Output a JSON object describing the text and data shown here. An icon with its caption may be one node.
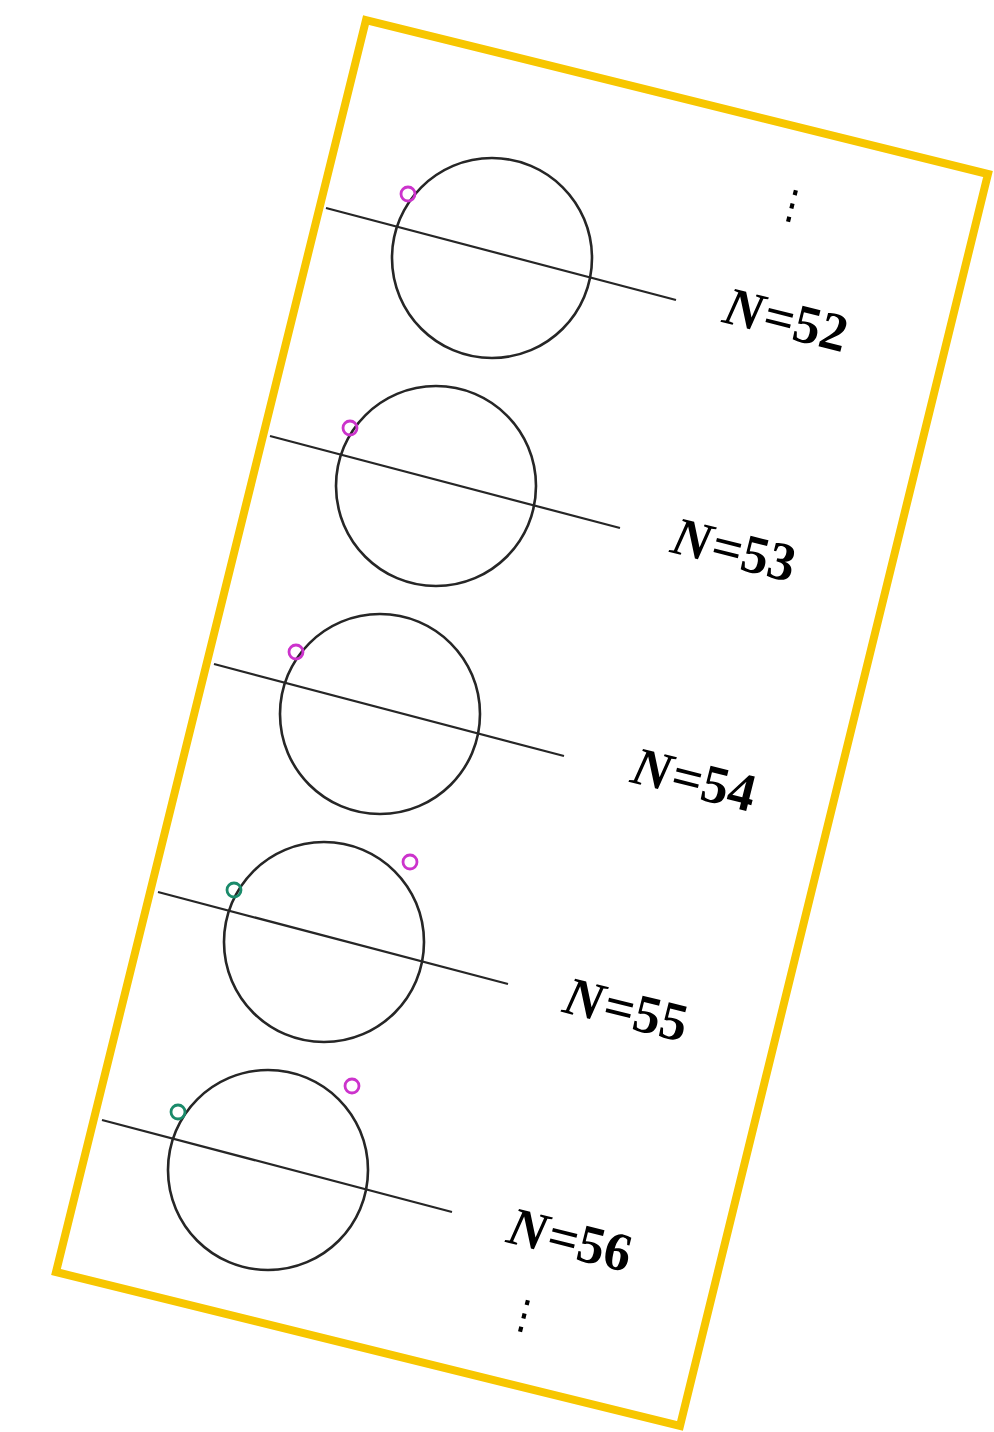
{
  "diagram": {
    "labels": [
      "⋮",
      "*N*=52",
      "*N*=53",
      "*N*=54",
      "*N*=55",
      "*N*=56",
      "⋮"
    ]
  }
}
